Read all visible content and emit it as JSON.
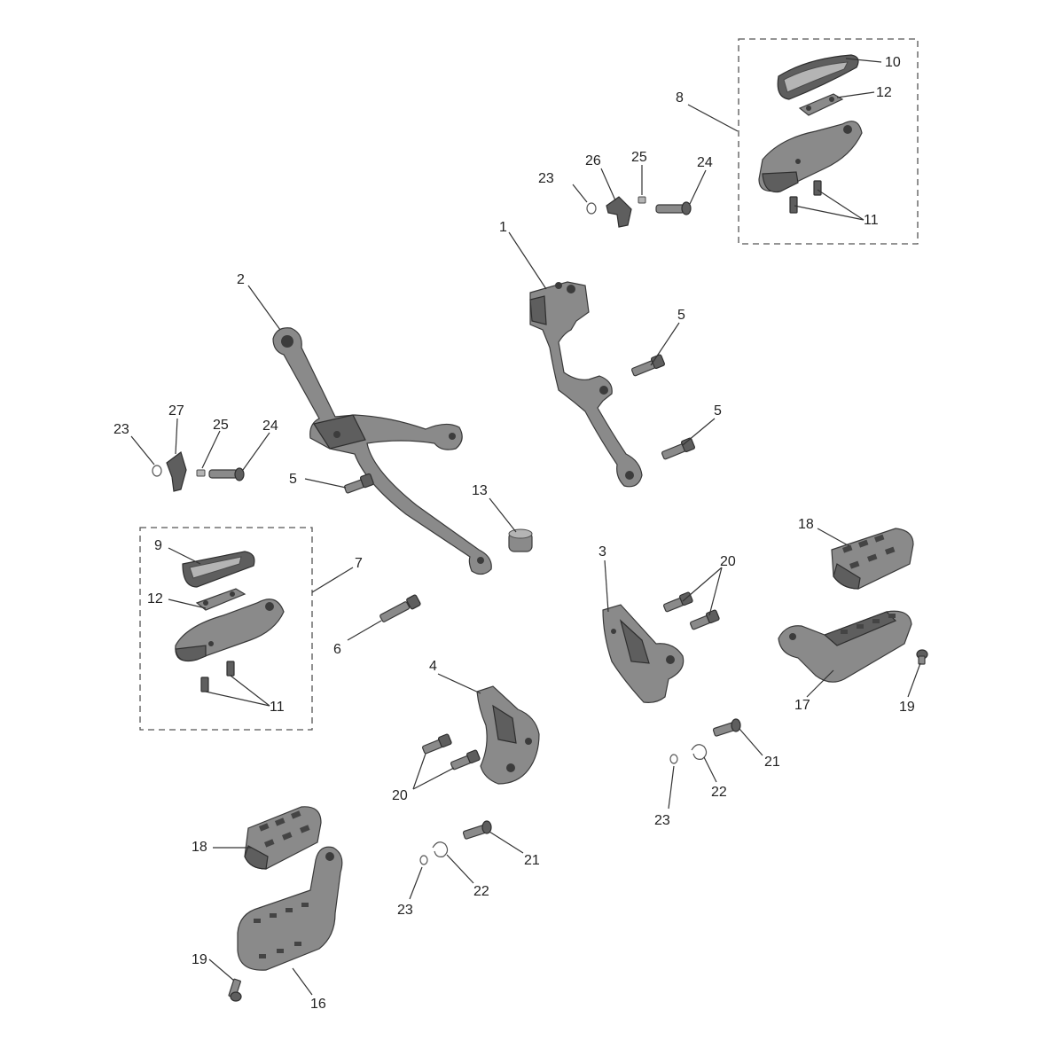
{
  "diagram": {
    "type": "exploded parts diagram",
    "labels": {
      "p1": "1",
      "p2": "2",
      "p3": "3",
      "p4": "4",
      "p5a": "5",
      "p5b": "5",
      "p5c": "5",
      "p6": "6",
      "p7": "7",
      "p8": "8",
      "p9": "9",
      "p10": "10",
      "p11a": "11",
      "p11b": "11",
      "p12a": "12",
      "p12b": "12",
      "p13": "13",
      "p16": "16",
      "p17": "17",
      "p18a": "18",
      "p18b": "18",
      "p19a": "19",
      "p19b": "19",
      "p20a": "20",
      "p20b": "20",
      "p21a": "21",
      "p21b": "21",
      "p22a": "22",
      "p22b": "22",
      "p23a": "23",
      "p23b": "23",
      "p23c": "23",
      "p23d": "23",
      "p24a": "24",
      "p24b": "24",
      "p25a": "25",
      "p25b": "25",
      "p26": "26",
      "p27": "27"
    },
    "colors": {
      "background": "#ffffff",
      "part_fill": "#8a8a8a",
      "part_outline": "#3a3a3a",
      "leader_line": "#333333",
      "group_box": "#555555"
    }
  }
}
